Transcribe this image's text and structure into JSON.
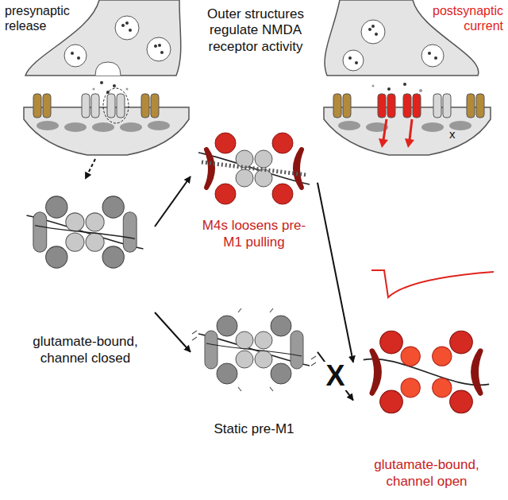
{
  "diagram": {
    "title": "Outer structures regulate NMDA receptor activity",
    "nodes": [
      {
        "text": [
          "presynaptic release"
        ]
      },
      {
        "text": [
          "postsynaptic current"
        ]
      },
      {
        "text": [
          "glutamate-bound, channel closed"
        ]
      },
      {
        "text": [
          "M4s loosens pre-M1 pulling"
        ]
      },
      {
        "text": [
          "Static pre-M1"
        ]
      },
      {
        "text": [
          "glutamate-bound, channel open"
        ]
      }
    ],
    "edges": [
      {
        "from": 0,
        "to": 2,
        "arrow": "to"
      },
      {
        "from": 2,
        "to": 3,
        "arrow": "to"
      },
      {
        "from": 2,
        "to": 4,
        "arrow": "to"
      },
      {
        "from": 3,
        "to": 5,
        "arrow": "to"
      },
      {
        "from": 4,
        "to": 5,
        "label": "X",
        "arrow": "to"
      }
    ],
    "labels": [
      "x"
    ]
  }
}
